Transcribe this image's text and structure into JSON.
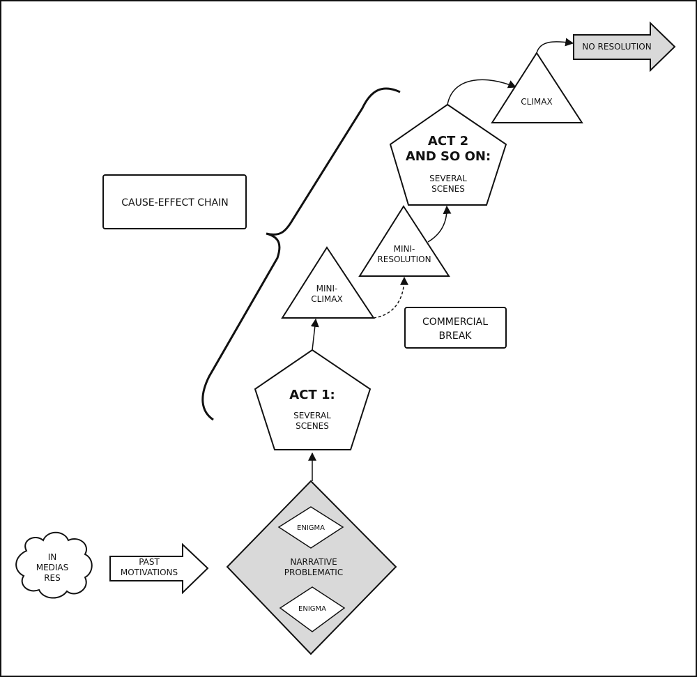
{
  "nodes": {
    "in_medias_res": [
      "IN",
      "MEDIAS",
      "RES"
    ],
    "past_motivations": [
      "PAST",
      "MOTIVATIONS"
    ],
    "narrative_problematic": [
      "NARRATIVE",
      "PROBLEMATIC"
    ],
    "enigma_top": "ENIGMA",
    "enigma_bottom": "ENIGMA",
    "act1_title": "ACT 1:",
    "act1_sub": [
      "SEVERAL",
      "SCENES"
    ],
    "mini_climax": [
      "MINI-",
      "CLIMAX"
    ],
    "mini_resolution": [
      "MINI-",
      "RESOLUTION"
    ],
    "commercial_break": [
      "COMMERCIAL",
      "BREAK"
    ],
    "act2_title": [
      "ACT 2",
      "AND SO ON:"
    ],
    "act2_sub": [
      "SEVERAL",
      "SCENES"
    ],
    "climax": "CLIMAX",
    "no_resolution": "NO RESOLUTION",
    "cause_effect_chain": "CAUSE-EFFECT CHAIN"
  },
  "colors": {
    "stroke": "#111111",
    "gray_fill": "#d9d9d9",
    "white_fill": "#ffffff"
  }
}
